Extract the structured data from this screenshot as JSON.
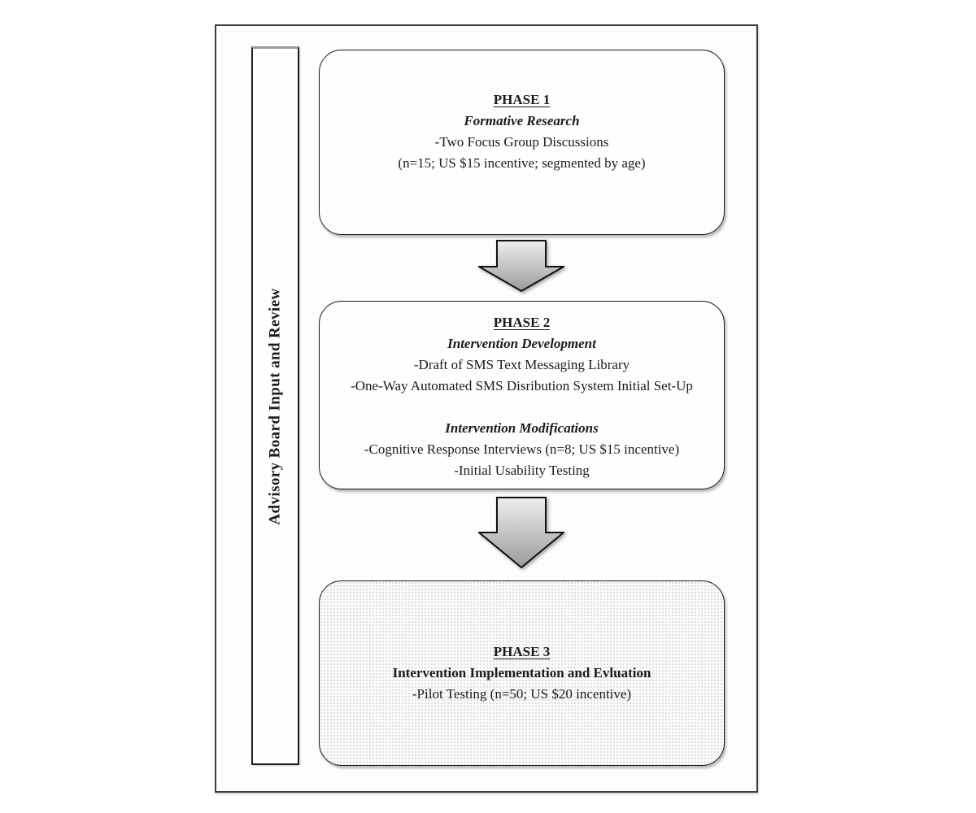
{
  "colors": {
    "page-border": "#3c3c3c",
    "box-border": "#1a1a1a",
    "text": "#1b1b1b",
    "arrow-top": "#ededed",
    "arrow-bottom": "#9c9c9c",
    "phase3-fill": "#fbfbfa",
    "phase3-dot": "#dcdcda"
  },
  "sidebar": {
    "label": "Advisory Board Input and Review"
  },
  "phases": [
    {
      "heading": "PHASE 1",
      "sections": [
        {
          "subheading": "Formative Research",
          "lines": [
            "-Two Focus Group Discussions",
            "(n=15; US $15 incentive; segmented by age)"
          ]
        }
      ]
    },
    {
      "heading": "PHASE 2",
      "sections": [
        {
          "subheading": "Intervention Development",
          "lines": [
            "-Draft of SMS Text Messaging Library",
            "-One-Way Automated SMS Disribution System Initial Set-Up"
          ]
        },
        {
          "subheading": "Intervention Modifications",
          "lines": [
            "-Cognitive Response Interviews (n=8; US $15 incentive)",
            "-Initial Usability Testing"
          ]
        }
      ]
    },
    {
      "heading": "PHASE 3",
      "sections": [
        {
          "subheading": "Intervention Implementation and Evluation",
          "lines": [
            "-Pilot Testing (n=50; US $20 incentive)"
          ]
        }
      ]
    }
  ]
}
